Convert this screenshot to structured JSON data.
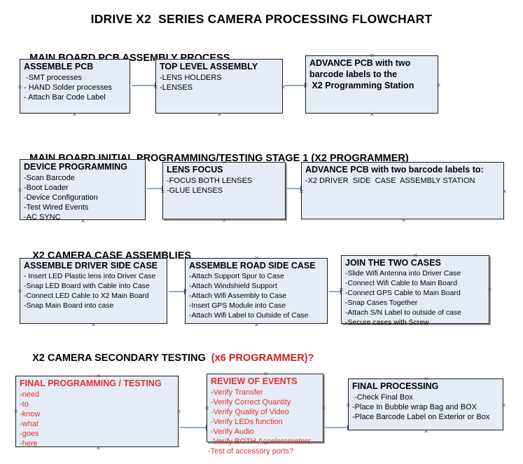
{
  "document": {
    "title": "IDRIVE X2  SERIES CAMERA PROCESSING FLOWCHART"
  },
  "sections": [
    {
      "id": "main-board-pcb-assembly",
      "heading": "MAIN BOARD PCB ASSEMBLY PROCESS",
      "heading_accent": "",
      "nodes": [
        {
          "id": "assemble-pcb",
          "title": "ASSEMBLE PCB",
          "lines": [
            " -SMT processes",
            "- HAND Solder processes",
            "- Attach Bar Code Label"
          ]
        },
        {
          "id": "top-level-assembly",
          "title": "TOP LEVEL ASSEMBLY",
          "lines": [
            "-LENS HOLDERS",
            "-LENSES"
          ]
        },
        {
          "id": "advance-pcb-programming-station",
          "title": "ADVANCE PCB with two",
          "lines": [
            "barcode labels to the",
            " X2 Programming Station"
          ]
        }
      ]
    },
    {
      "id": "main-board-initial-programming",
      "heading": "MAIN BOARD INITIAL PROGRAMMING/TESTING STAGE 1 (X2 PROGRAMMER)",
      "heading_accent": "",
      "nodes": [
        {
          "id": "device-programming",
          "title": "DEVICE PROGRAMMING",
          "lines": [
            "-Scan Barcode",
            "-Boot Loader",
            "-Device Configuration",
            "-Test Wired Events",
            "-AC SYNC"
          ]
        },
        {
          "id": "lens-focus",
          "title": "LENS FOCUS",
          "lines": [
            "-FOCUS BOTH LENSES",
            "-GLUE LENSES"
          ]
        },
        {
          "id": "advance-pcb-driver-side-case",
          "title": "ADVANCE PCB with two barcode labels to:",
          "lines": [
            "-X2 DRIVER  SIDE  CASE  ASSEMBLY STATION"
          ]
        }
      ]
    },
    {
      "id": "x2-camera-case-assemblies",
      "heading": "X2 CAMERA CASE ASSEMBLIES",
      "heading_accent": "",
      "nodes": [
        {
          "id": "assemble-driver-side-case",
          "title": "ASSEMBLE DRIVER SIDE CASE",
          "lines": [
            "- Insert LED Plastic lens into Driver Case",
            "-Snap LED Board with Cable into Case",
            "-Connect LED Cable to X2 Main Board",
            "-Snap Main Board into case"
          ]
        },
        {
          "id": "assemble-road-side-case",
          "title": "ASSEMBLE ROAD SIDE CASE",
          "lines": [
            "-Attach Support Spur to Case",
            "-Attach Windshield Support",
            "-Attach Wifi Assembly to Case",
            "-Insert GPS Module into Case",
            "-Attach Wifi Label to Outside of Case"
          ]
        },
        {
          "id": "join-the-two-cases",
          "title": "JOIN THE TWO CASES",
          "lines": [
            "-Slide Wifi Antenna into Driver Case",
            "-Connect Wifi Cable to Main Board",
            "-Connect GPS Cable to Main Board",
            "-Snap Cases Together",
            "-Attach S/N Label to outside of case",
            "-Secure cases with Screw"
          ]
        }
      ]
    },
    {
      "id": "x2-camera-secondary-testing",
      "heading": "X2 CAMERA SECONDARY TESTING  ",
      "heading_accent": "(x6 PROGRAMMER)?",
      "nodes": [
        {
          "id": "final-programming-testing",
          "title": "FINAL PROGRAMMING / TESTING",
          "lines": [
            "-need",
            "-to",
            "-know",
            "-what",
            "-goes",
            "-here"
          ]
        },
        {
          "id": "review-of-events",
          "title": "REVIEW OF EVENTS",
          "lines": [
            "-Verify Transfer",
            "-Verify Correct Quantity",
            "-Verify Quality of Video",
            "-Verify LEDs function",
            "-Verify Audio",
            "-Verify BOTH Accelerometers",
            "-Test of accessory ports?"
          ]
        },
        {
          "id": "final-processing",
          "title": "FINAL PROCESSING",
          "lines": [
            " -Check Final Box",
            "-Place In Bubble wrap Bag and BOX",
            "-Place Barcode Label on Exterior or Box"
          ]
        }
      ]
    }
  ],
  "colors": {
    "node_fill": "#e6ecf6",
    "node_border": "#1a1a1a",
    "connector_line": "#8ea9c4",
    "connector_arrow": "#2f5fa8",
    "accent_red": "#e03131",
    "heading_accent_red": "#d02020",
    "text": "#000000",
    "background": "#ffffff"
  }
}
